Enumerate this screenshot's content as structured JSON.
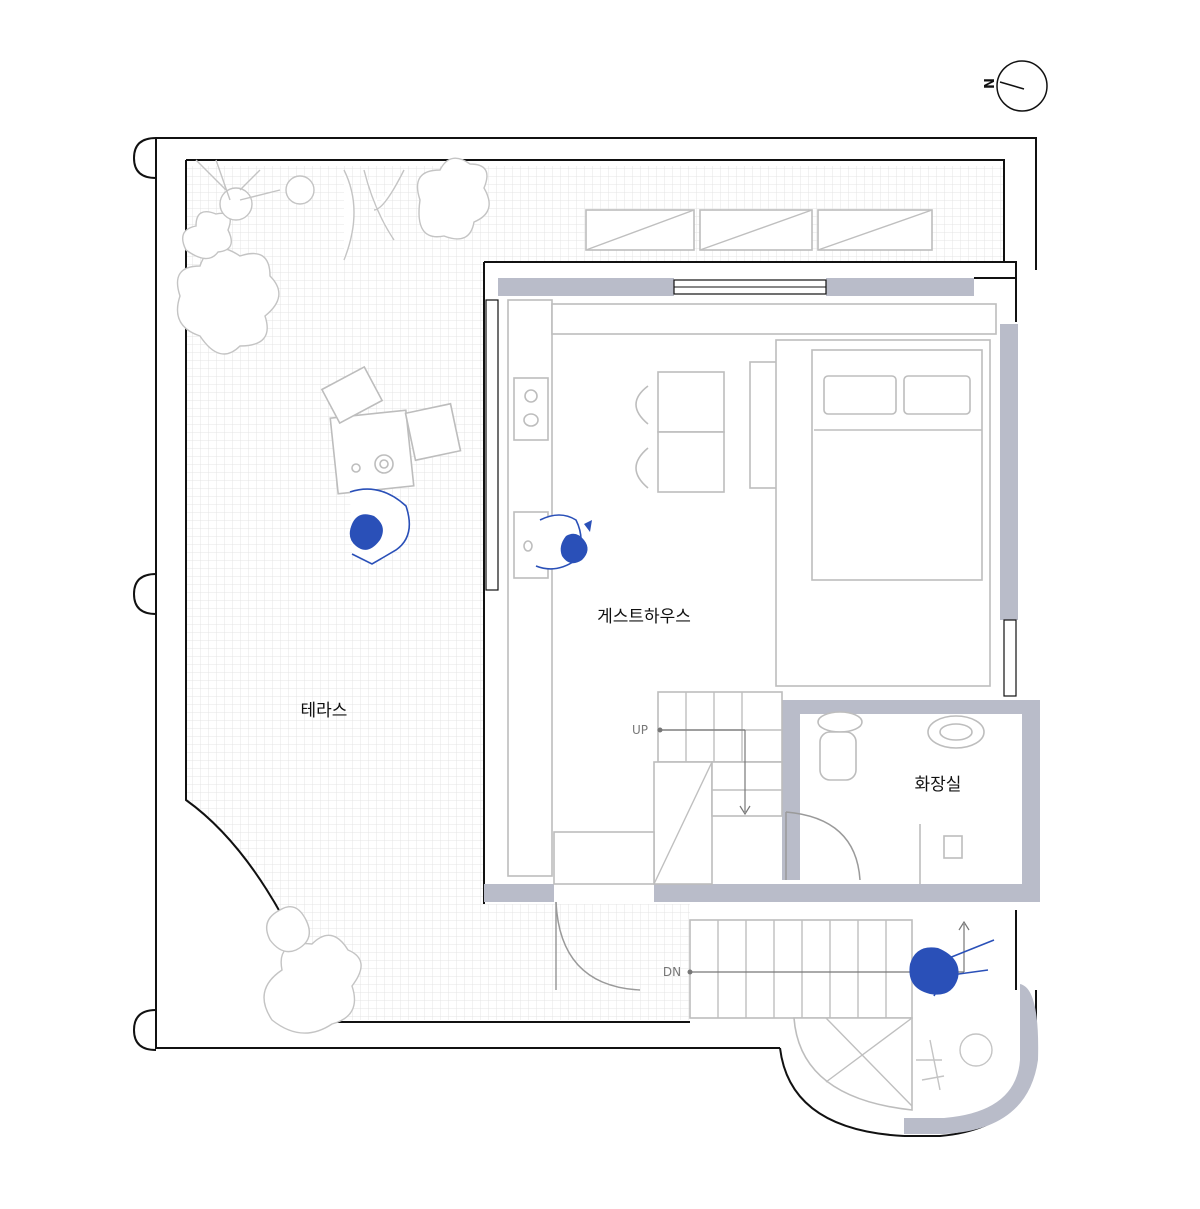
{
  "labels": {
    "terrace": "테라스",
    "guesthouse": "게스트하우스",
    "bathroom": "화장실",
    "stair_up": "UP",
    "stair_down": "DN",
    "north": "N"
  },
  "colors": {
    "wall_outline": "#111111",
    "interior_wall": "#b9bcc9",
    "furniture_line": "#bdbdbd",
    "tile_grid": "#e6e6e6",
    "person": "#2a50b8"
  }
}
